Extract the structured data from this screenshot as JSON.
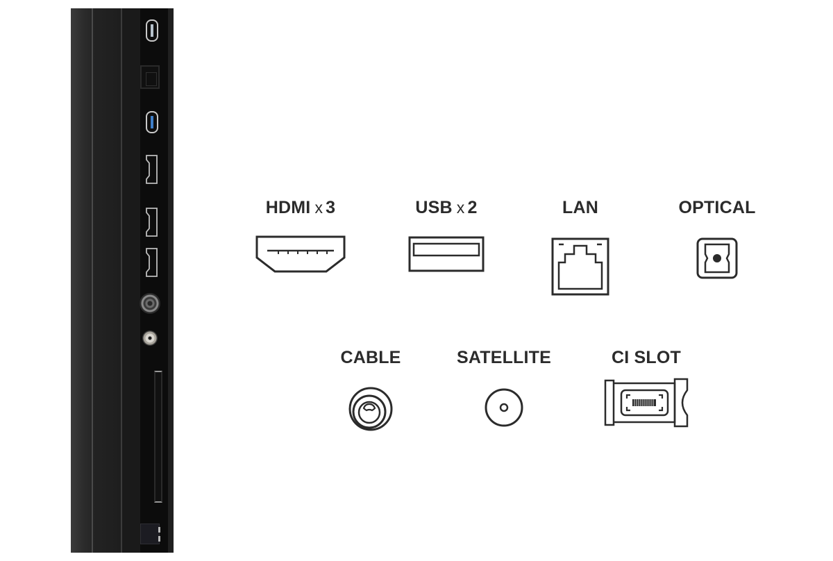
{
  "tv_panel": {
    "ports_top_to_bottom": [
      {
        "type": "usb",
        "color": "#b7c2cc"
      },
      {
        "type": "lan"
      },
      {
        "type": "usb",
        "color": "#3f7fc9"
      },
      {
        "type": "hdmi"
      },
      {
        "type": "hdmi"
      },
      {
        "type": "hdmi"
      },
      {
        "type": "cable"
      },
      {
        "type": "satellite"
      },
      {
        "type": "ci-slot"
      },
      {
        "type": "optical"
      }
    ]
  },
  "connectors": {
    "hdmi": {
      "name": "HDMI",
      "multiplier": "x",
      "count": "3",
      "icon": "hdmi-port-icon"
    },
    "usb": {
      "name": "USB",
      "multiplier": "x",
      "count": "2",
      "icon": "usb-port-icon"
    },
    "lan": {
      "name": "LAN",
      "icon": "lan-port-icon"
    },
    "optical": {
      "name": "OPTICAL",
      "icon": "optical-port-icon"
    },
    "cable": {
      "name": "CABLE",
      "icon": "cable-port-icon"
    },
    "satellite": {
      "name": "SATELLITE",
      "icon": "satellite-port-icon"
    },
    "ci_slot": {
      "name": "CI SLOT",
      "icon": "ci-slot-icon"
    }
  },
  "colors": {
    "label_text": "#2b2b2b",
    "icon_stroke": "#2b2b2b",
    "tv_body": "#151515",
    "usb3_blue": "#3f7fc9"
  }
}
